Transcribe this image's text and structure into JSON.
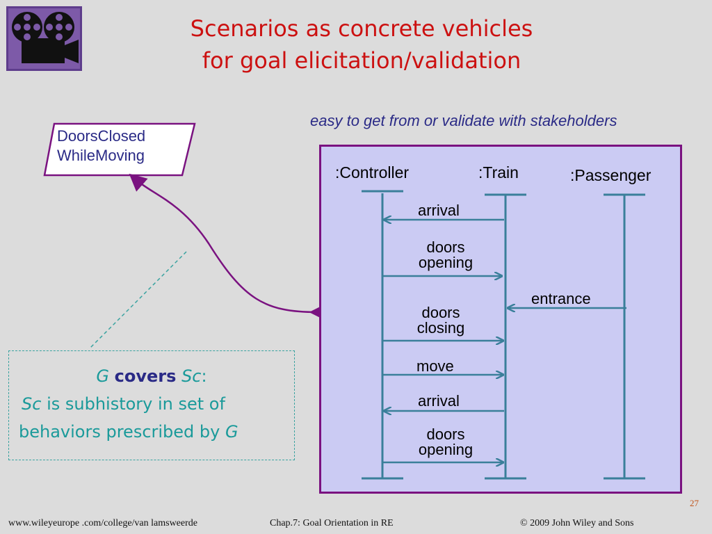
{
  "title": {
    "line1": "Scenarios as concrete vehicles",
    "line2": "for goal elicitation/validation"
  },
  "tagline": "easy to get from or validate with stakeholders",
  "goal": {
    "line1": "DoorsClosed",
    "line2": "WhileMoving"
  },
  "covers": {
    "g": "G",
    "covers_word": "covers",
    "sc": "Sc",
    "colon": ":",
    "line2_sc": "Sc",
    "line2_rest": " is subhistory in set of",
    "line3_rest": "behaviors prescribed by ",
    "line3_g": "G"
  },
  "sequence": {
    "actors": [
      ":Controller",
      ":Train",
      ":Passenger"
    ],
    "messages": [
      {
        "label": "arrival"
      },
      {
        "label": "doors opening"
      },
      {
        "label": "entrance"
      },
      {
        "label": "doors closing"
      },
      {
        "label": "move"
      },
      {
        "label": "arrival"
      },
      {
        "label": "doors opening"
      }
    ],
    "msg_doors_opening_1": "doors",
    "msg_doors_opening_2": "opening",
    "msg_doors_closing_1": "doors",
    "msg_doors_closing_2": "closing"
  },
  "footer": {
    "url": "www.wileyeurope .com/college/van lamsweerde",
    "chapter": "Chap.7:  Goal Orientation in RE",
    "copyright": "©  2009 John Wiley and Sons"
  },
  "page_number": "27",
  "colors": {
    "title": "#cc1111",
    "lifeline": "#3a7f9a",
    "sequence_bg": "#cbcbf3",
    "frame": "#7a1280",
    "covers_text": "#1a9a9a"
  },
  "icons": {
    "logo": "film-camera-icon"
  }
}
